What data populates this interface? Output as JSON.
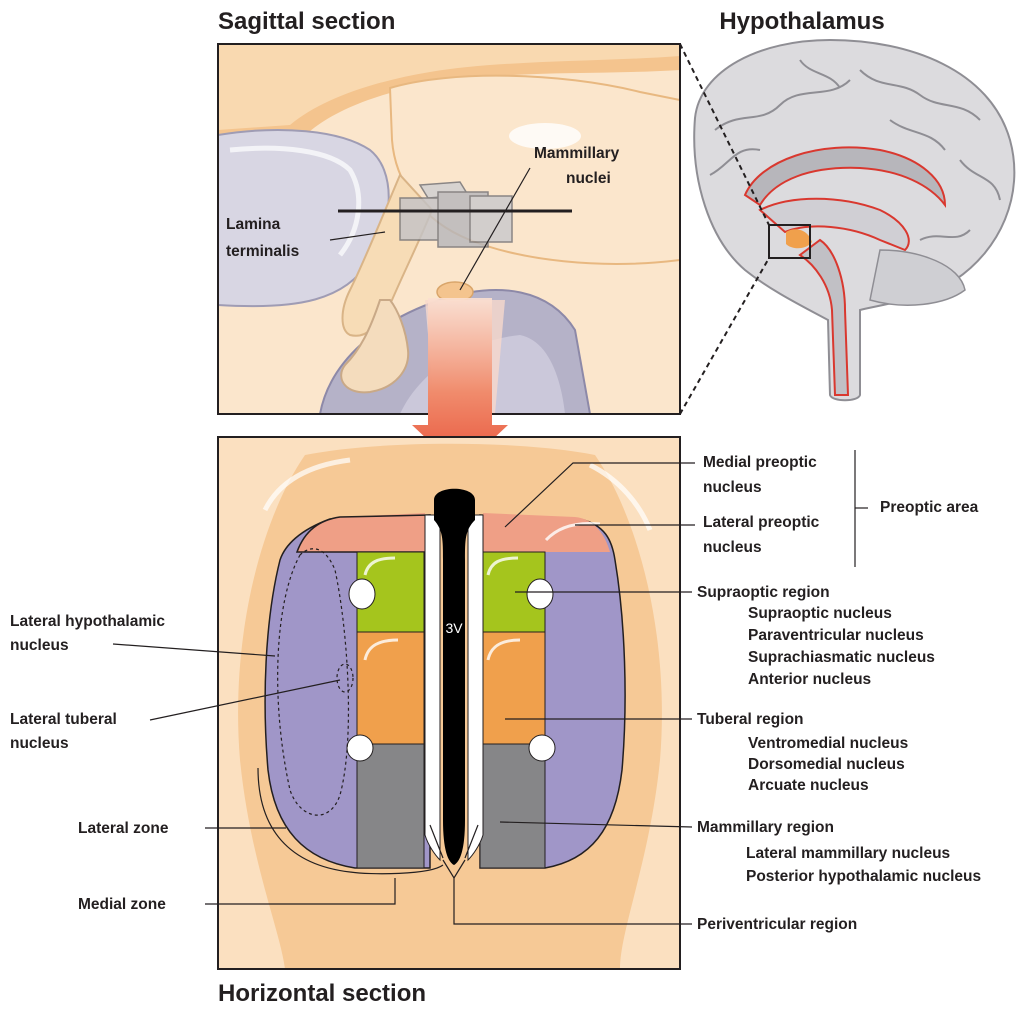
{
  "titles": {
    "sagittal": "Sagittal section",
    "hypothalamus": "Hypothalamus",
    "horizontal": "Horizontal section"
  },
  "sagittal_labels": {
    "mammillary_1": "Mammillary",
    "mammillary_2": "nuclei",
    "lamina_1": "Lamina",
    "lamina_2": "terminalis"
  },
  "ventricle_label": "3V",
  "right_labels": {
    "medial_preoptic_1": "Medial preoptic",
    "medial_preoptic_2": "nucleus",
    "lateral_preoptic_1": "Lateral preoptic",
    "lateral_preoptic_2": "nucleus",
    "preoptic_area": "Preoptic area",
    "supraoptic_region": "Supraoptic region",
    "supraoptic_nucleus": "Supraoptic nucleus",
    "paraventricular_nucleus": "Paraventricular nucleus",
    "suprachiasmatic_nucleus": "Suprachiasmatic nucleus",
    "anterior_nucleus": "Anterior nucleus",
    "tuberal_region": "Tuberal region",
    "ventromedial_nucleus": "Ventromedial nucleus",
    "dorsomedial_nucleus": "Dorsomedial nucleus",
    "arcuate_nucleus": "Arcuate nucleus",
    "mammillary_region": "Mammillary region",
    "lateral_mammillary_nucleus": "Lateral mammillary nucleus",
    "posterior_hypothalamic_nucleus": "Posterior hypothalamic nucleus",
    "periventricular_region": "Periventricular region"
  },
  "left_labels": {
    "lateral_hypothalamic_1": "Lateral hypothalamic",
    "lateral_hypothalamic_2": "nucleus",
    "lateral_tuberal_1": "Lateral tuberal",
    "lateral_tuberal_2": "nucleus",
    "lateral_zone": "Lateral zone",
    "medial_zone": "Medial zone"
  },
  "colors": {
    "outer_tissue": "#fbe0c0",
    "inner_tissue": "#f6c996",
    "preoptic": "#ef9f86",
    "lateral_region": "#a096c8",
    "supraoptic": "#a5c51d",
    "tuberal": "#f0a04c",
    "mammillary": "#868688",
    "ventricle": "#000000",
    "arrow": "#e8533a",
    "brain_red": "#d9382f"
  }
}
